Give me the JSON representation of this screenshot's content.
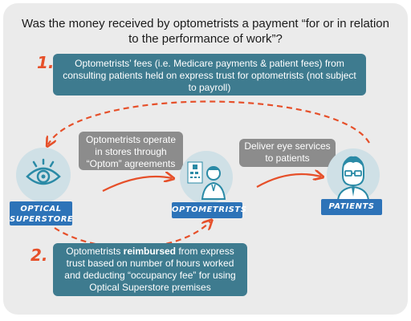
{
  "question": "Was the money received by optometrists a payment “for or in relation to the performance of work”?",
  "steps": {
    "one": {
      "number": "1.",
      "text": "Optometrists’ fees (i.e. Medicare payments & patient fees) from consulting patients held on express trust for optometrists (not subject to payroll)"
    },
    "two": {
      "number": "2.",
      "text_before": "Optometrists ",
      "text_bold": "reimbursed",
      "text_after": " from express trust based on number of hours worked and deducting “occupancy fee” for using Optical Superstore premises"
    }
  },
  "labels": {
    "operate": "Optometrists operate in stores through “Optom” agreements",
    "deliver": "Deliver eye services to patients"
  },
  "nodes": {
    "store": {
      "line1": "OPTICAL",
      "line2": "SUPERSTORE",
      "icon": "eye-icon"
    },
    "optometrists": {
      "label": "OPTOMETRISTS",
      "icon": "optometrist-icon"
    },
    "patients": {
      "label": "PATIENTS",
      "icon": "patient-icon"
    }
  },
  "colors": {
    "card": "#ebebeb",
    "teal_box": "#3e7b8f",
    "grey_box": "#8c8c8c",
    "accent": "#e6502a",
    "tag": "#2d73b8",
    "circle": "#cfe0e6"
  }
}
